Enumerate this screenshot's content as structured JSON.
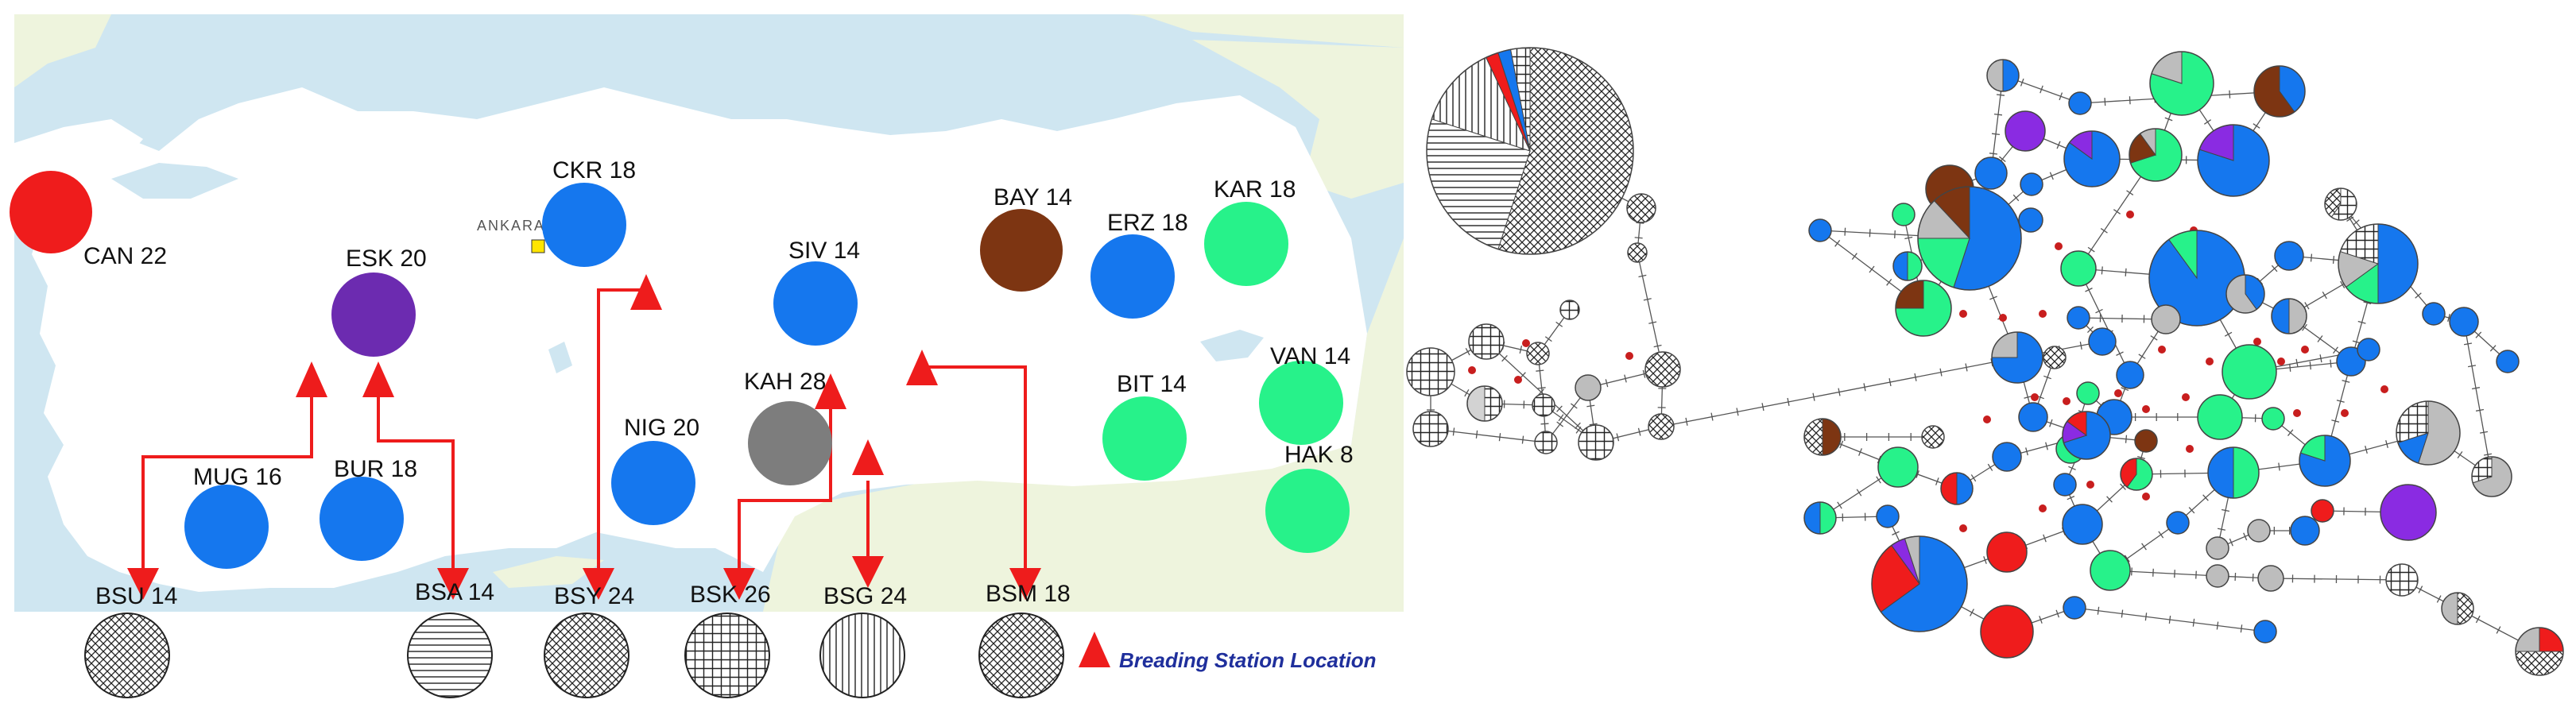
{
  "colors": {
    "sea": "#cfe6f1",
    "land": "#ffffff",
    "neighbor": "#eef4dd",
    "blue": "#1577ee",
    "green": "#27f28a",
    "purple": "#6c2bb0",
    "brown": "#7d3512",
    "gray": "#7d7d7d",
    "lightgray": "#bdbdbd",
    "red": "#ef1c1c",
    "violet": "#8a2be2",
    "arrow": "#ee1c1c",
    "node": "#c81e1e"
  },
  "map": {
    "city_label": "ANKARA",
    "sites": [
      {
        "code": "CAN",
        "n": "22",
        "label": "CAN 22",
        "color": "red"
      },
      {
        "code": "ESK",
        "n": "20",
        "label": "ESK 20",
        "color": "purple"
      },
      {
        "code": "CKR",
        "n": "18",
        "label": "CKR 18",
        "color": "blue"
      },
      {
        "code": "SIV",
        "n": "14",
        "label": "SIV 14",
        "color": "blue"
      },
      {
        "code": "BAY",
        "n": "14",
        "label": "BAY 14",
        "color": "brown"
      },
      {
        "code": "ERZ",
        "n": "18",
        "label": "ERZ 18",
        "color": "blue"
      },
      {
        "code": "KAR",
        "n": "18",
        "label": "KAR 18",
        "color": "green"
      },
      {
        "code": "KAH",
        "n": "28",
        "label": "KAH 28",
        "color": "gray"
      },
      {
        "code": "BIT",
        "n": "14",
        "label": "BIT 14",
        "color": "green"
      },
      {
        "code": "VAN",
        "n": "14",
        "label": "VAN 14",
        "color": "green"
      },
      {
        "code": "HAK",
        "n": "8",
        "label": "HAK 8",
        "color": "green"
      },
      {
        "code": "NIG",
        "n": "20",
        "label": "NIG 20",
        "color": "blue"
      },
      {
        "code": "MUG",
        "n": "16",
        "label": "MUG 16",
        "color": "blue"
      },
      {
        "code": "BUR",
        "n": "18",
        "label": "BUR 18",
        "color": "blue"
      }
    ],
    "stations": [
      {
        "code": "BSU",
        "n": "14",
        "label": "BSU 14",
        "pattern": "crosshatch"
      },
      {
        "code": "BSA",
        "n": "14",
        "label": "BSA 14",
        "pattern": "horizontal"
      },
      {
        "code": "BSY",
        "n": "24",
        "label": "BSY 24",
        "pattern": "crosshatch"
      },
      {
        "code": "BSK",
        "n": "26",
        "label": "BSK 26",
        "pattern": "grid"
      },
      {
        "code": "BSG",
        "n": "24",
        "label": "BSG 24",
        "pattern": "vertical"
      },
      {
        "code": "BSM",
        "n": "18",
        "label": "BSM 18",
        "pattern": "crosshatch"
      }
    ]
  },
  "legend": {
    "label": "Breading Station Location",
    "icon": "red-triangle-icon"
  },
  "network": {
    "node_icon": "median-vector-dot"
  }
}
